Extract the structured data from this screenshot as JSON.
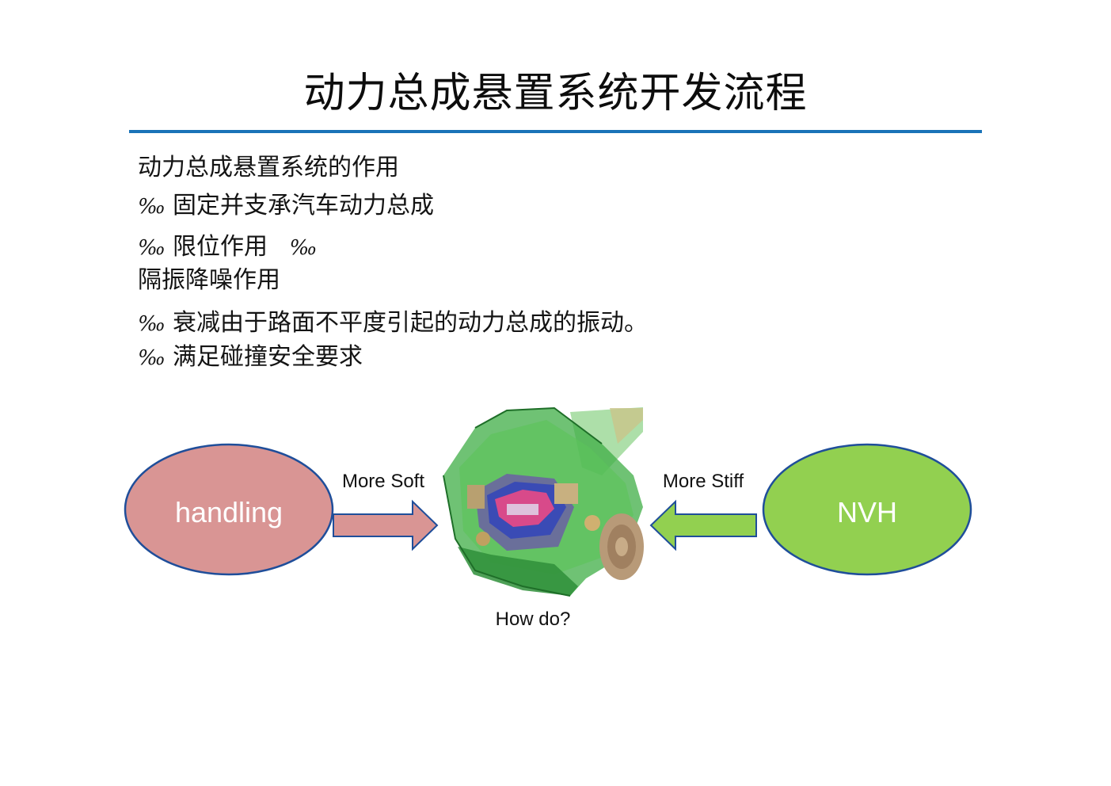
{
  "slide": {
    "title": "动力总成悬置系统开发流程"
  },
  "content": {
    "heading1": "动力总成悬置系统的作用",
    "bullet_symbol": "‰",
    "item1": "固定并支承汽车动力总成",
    "item2": "限位作用",
    "heading2": "隔振降噪作用",
    "item3": "衰减由于路面不平度引起的动力总成的振动。",
    "item4": "满足碰撞安全要求"
  },
  "diagram": {
    "left_label": "handling",
    "right_label": "NVH",
    "left_arrow_label": "More Soft",
    "right_arrow_label": "More Stiff",
    "bottom_label": "How do?",
    "colors": {
      "left_fill": "#d99594",
      "right_fill": "#92d050",
      "outline": "#1f4e9a",
      "left_arrow_fill": "#d99594",
      "right_arrow_fill": "#92d050",
      "car_green": "#2eaa3a"
    },
    "image_icon": "car-engine-bay-image"
  }
}
